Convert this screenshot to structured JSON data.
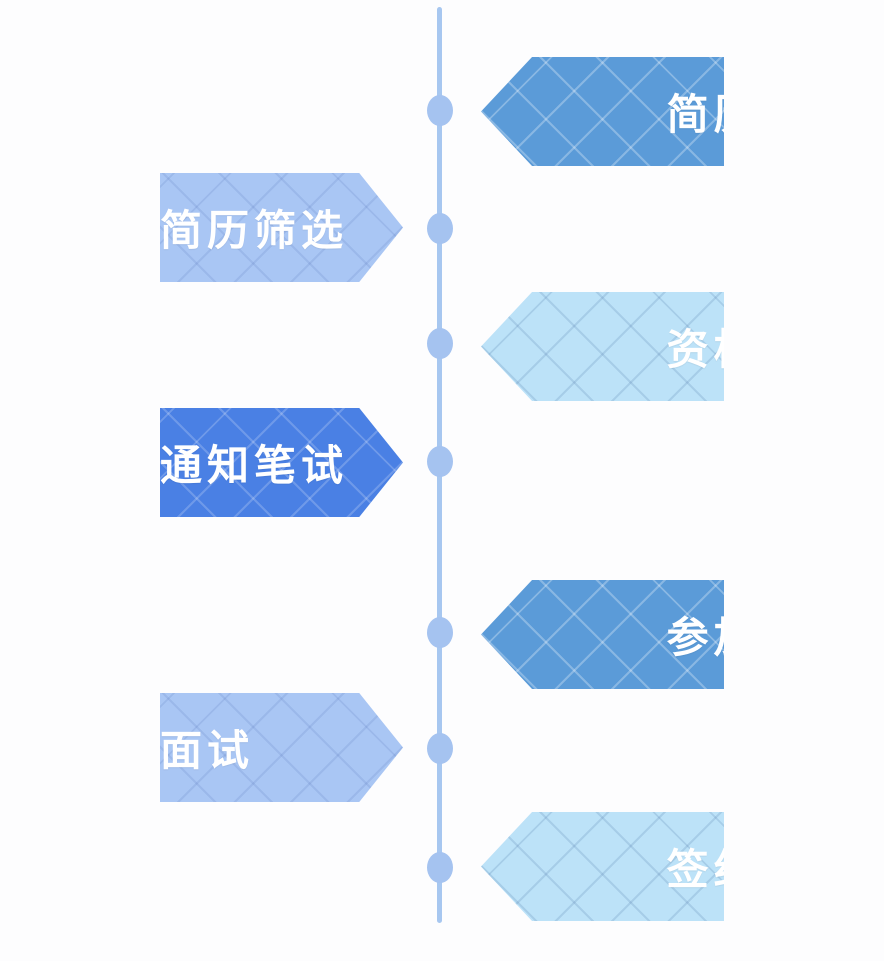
{
  "diagram": {
    "title_semantic": "recruitment-process-timeline",
    "background_color": "#fdfdfe",
    "timeline": {
      "line_color": "#a7c7f0",
      "dot_color": "#a5c3f0"
    },
    "steps": [
      {
        "label": "简历投递",
        "side": "right",
        "fill": "#5b9bd8",
        "pattern_line": "rgba(255,255,255,0.28)"
      },
      {
        "label": "简历筛选",
        "side": "left",
        "fill": "#a9c6f4",
        "pattern_line": "rgba(80,110,180,0.16)"
      },
      {
        "label": "资格审查",
        "side": "right",
        "fill": "#bce2f8",
        "pattern_line": "rgba(90,130,175,0.22)"
      },
      {
        "label": "通知笔试",
        "side": "left",
        "fill": "#4a80e4",
        "pattern_line": "rgba(255,255,255,0.20)"
      },
      {
        "label": "参加试讲",
        "side": "right",
        "fill": "#5b9bd8",
        "pattern_line": "rgba(255,255,255,0.28)"
      },
      {
        "label": "面试",
        "side": "left",
        "fill": "#a9c6f4",
        "pattern_line": "rgba(80,110,180,0.16)"
      },
      {
        "label": "签约",
        "side": "right",
        "fill": "#bce2f8",
        "pattern_line": "rgba(90,130,175,0.22)"
      }
    ]
  }
}
